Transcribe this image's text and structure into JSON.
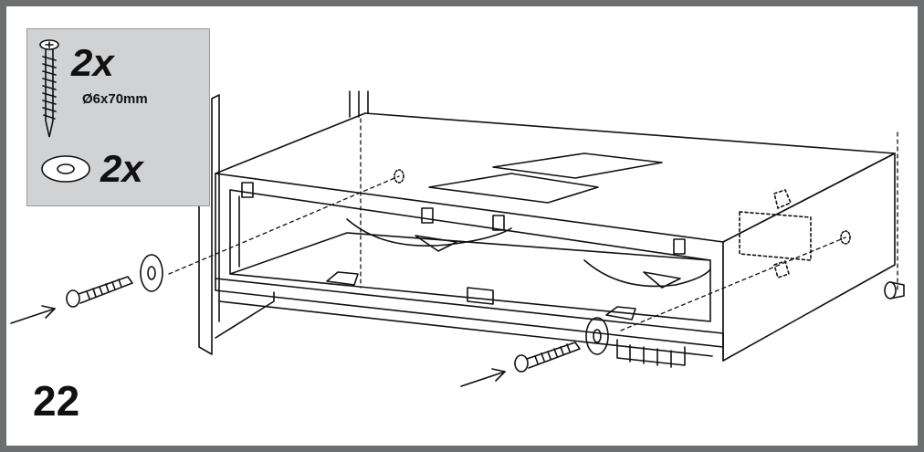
{
  "step": {
    "number": "22"
  },
  "parts_box": {
    "screw": {
      "quantity": "2x",
      "spec": "Ø6x70mm",
      "icon": "screw-icon"
    },
    "washer": {
      "quantity": "2x",
      "icon": "washer-icon"
    }
  },
  "colors": {
    "frame": "#6d6e70",
    "parts_bg": "#d1d2d4",
    "line": "#111111"
  }
}
